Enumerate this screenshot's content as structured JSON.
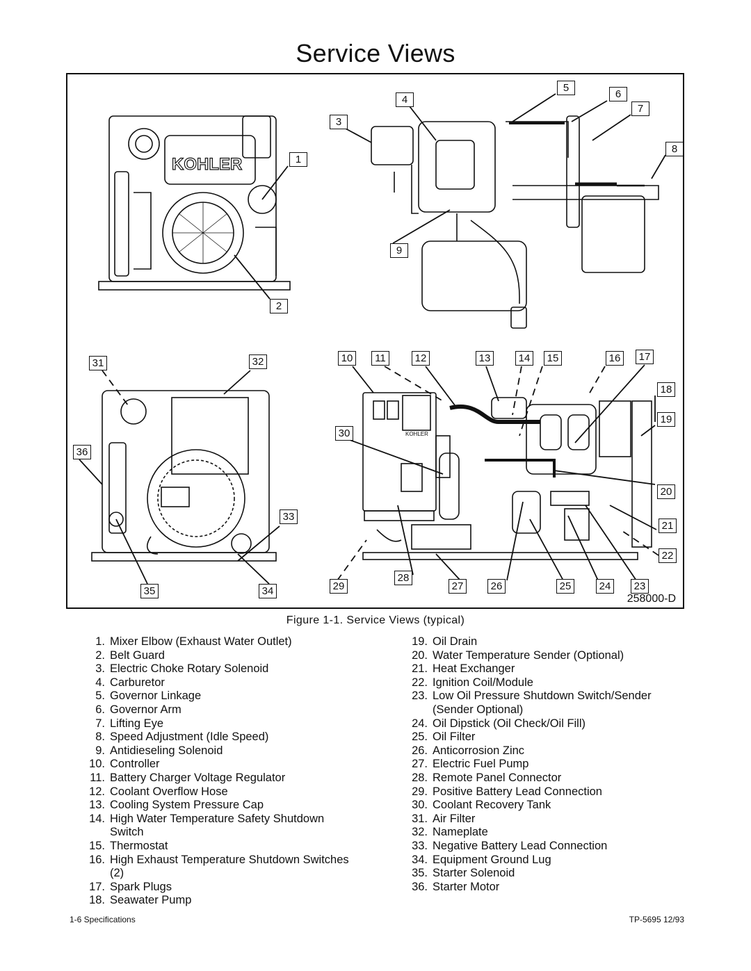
{
  "page": {
    "title": "Service Views",
    "figure_id": "258000-D",
    "caption": "Figure 1-1. Service Views (typical)",
    "footer_left": "1-6   Specifications",
    "footer_right": "TP-5695   12/93"
  },
  "figure": {
    "logo_text": "KOHLER",
    "callouts": [
      "1",
      "2",
      "3",
      "4",
      "5",
      "6",
      "7",
      "8",
      "9",
      "10",
      "11",
      "12",
      "13",
      "14",
      "15",
      "16",
      "17",
      "18",
      "19",
      "20",
      "21",
      "22",
      "23",
      "24",
      "25",
      "26",
      "27",
      "28",
      "29",
      "30",
      "31",
      "32",
      "33",
      "34",
      "35",
      "36"
    ]
  },
  "legend_left": [
    {
      "num": "1.",
      "text": "Mixer Elbow (Exhaust Water Outlet)"
    },
    {
      "num": "2.",
      "text": "Belt Guard"
    },
    {
      "num": "3.",
      "text": "Electric Choke Rotary Solenoid"
    },
    {
      "num": "4.",
      "text": "Carburetor"
    },
    {
      "num": "5.",
      "text": "Governor Linkage"
    },
    {
      "num": "6.",
      "text": "Governor Arm"
    },
    {
      "num": "7.",
      "text": "Lifting Eye"
    },
    {
      "num": "8.",
      "text": "Speed Adjustment (Idle Speed)"
    },
    {
      "num": "9.",
      "text": "Antidieseling Solenoid"
    },
    {
      "num": "10.",
      "text": "Controller"
    },
    {
      "num": "11.",
      "text": "Battery Charger Voltage Regulator"
    },
    {
      "num": "12.",
      "text": "Coolant Overflow Hose"
    },
    {
      "num": "13.",
      "text": "Cooling System Pressure Cap"
    },
    {
      "num": "14.",
      "text": "High Water Temperature Safety Shutdown Switch"
    },
    {
      "num": "15.",
      "text": "Thermostat"
    },
    {
      "num": "16.",
      "text": "High Exhaust Temperature Shutdown Switches (2)"
    },
    {
      "num": "17.",
      "text": "Spark Plugs"
    },
    {
      "num": "18.",
      "text": "Seawater Pump"
    }
  ],
  "legend_right": [
    {
      "num": "19.",
      "text": "Oil Drain"
    },
    {
      "num": "20.",
      "text": "Water Temperature Sender (Optional)"
    },
    {
      "num": "21.",
      "text": "Heat Exchanger"
    },
    {
      "num": "22.",
      "text": "Ignition Coil/Module"
    },
    {
      "num": "23.",
      "text": "Low Oil Pressure Shutdown Switch/Sender (Sender Optional)"
    },
    {
      "num": "24.",
      "text": "Oil Dipstick (Oil Check/Oil Fill)"
    },
    {
      "num": "25.",
      "text": "Oil Filter"
    },
    {
      "num": "26.",
      "text": "Anticorrosion Zinc"
    },
    {
      "num": "27.",
      "text": "Electric Fuel Pump"
    },
    {
      "num": "28.",
      "text": "Remote Panel Connector"
    },
    {
      "num": "29.",
      "text": "Positive Battery Lead Connection"
    },
    {
      "num": "30.",
      "text": "Coolant Recovery Tank"
    },
    {
      "num": "31.",
      "text": "Air Filter"
    },
    {
      "num": "32.",
      "text": "Nameplate"
    },
    {
      "num": "33.",
      "text": "Negative Battery Lead Connection"
    },
    {
      "num": "34.",
      "text": "Equipment Ground Lug"
    },
    {
      "num": "35.",
      "text": "Starter Solenoid"
    },
    {
      "num": "36.",
      "text": "Starter Motor"
    }
  ]
}
